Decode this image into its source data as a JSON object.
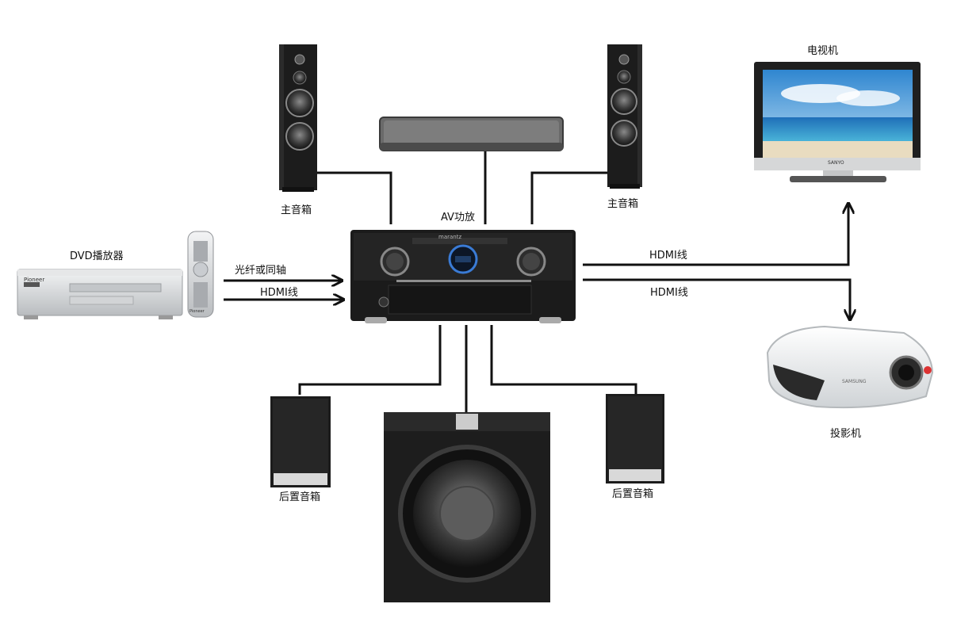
{
  "labels": {
    "main_speaker_left": "主音箱",
    "main_speaker_right": "主音箱",
    "av_amp": "AV功放",
    "dvd_player": "DVD播放器",
    "optical_coax": "光纤或同轴",
    "hdmi_in": "HDMI线",
    "hdmi_tv": "HDMI线",
    "hdmi_projector": "HDMI线",
    "tv": "电视机",
    "projector": "投影机",
    "rear_speaker_left": "后置音箱",
    "rear_speaker_right": "后置音箱"
  },
  "logos": {
    "amp_brand": "marantz",
    "projector_brand": "SAMSUNG",
    "dvd_brand": "Pioneer",
    "remote_brand": "Pioneer",
    "tv_brand": "SANYO"
  },
  "colors": {
    "line": "#111111",
    "device_black": "#1b1b1b",
    "sky_blue": "#3f93d6",
    "sea_blue": "#1f6fb8",
    "sand": "#e9dcc0",
    "silver": "#d8dadc"
  }
}
